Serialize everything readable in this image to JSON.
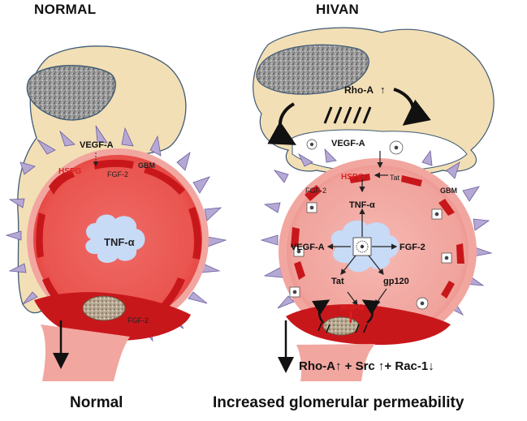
{
  "panels": {
    "normal": {
      "title": "NORMAL",
      "caption": "Normal",
      "labels": {
        "vegf": "VEGF-A",
        "hspg": "HSPG",
        "fgf_top": "FGF-2",
        "gbm": "GBM",
        "tnf": "TNF-α",
        "fgf_bottom": "FGF-2"
      }
    },
    "hivan": {
      "title": "HIVAN",
      "caption": "Increased glomerular permeability",
      "labels": {
        "rho_top": "Rho-A",
        "vegf_top": "VEGF-A",
        "tat_top": "Tat",
        "hspg_top": "HSPG",
        "fgf_top": "FGF-2",
        "gbm": "GBM",
        "tnf": "TNF-α",
        "vegf_center": "VEGF-A",
        "fgf_center": "FGF-2",
        "tat_center": "Tat",
        "gp120": "gp120",
        "hspg_bottom": "HSPG",
        "bottom_formula": "Rho-A↑ + Src ↑+ Rac-1↓",
        "up_arrow": "↑"
      }
    }
  },
  "colors": {
    "cell": "#f3dfb5",
    "lumen": "#ec5a55",
    "lumen_light": "#f2a6a0",
    "endothelium": "#c8171b",
    "podocyte": "#b5a8d4",
    "tnf": "#c7daf6",
    "nucleus_outline": "#4a6880"
  }
}
